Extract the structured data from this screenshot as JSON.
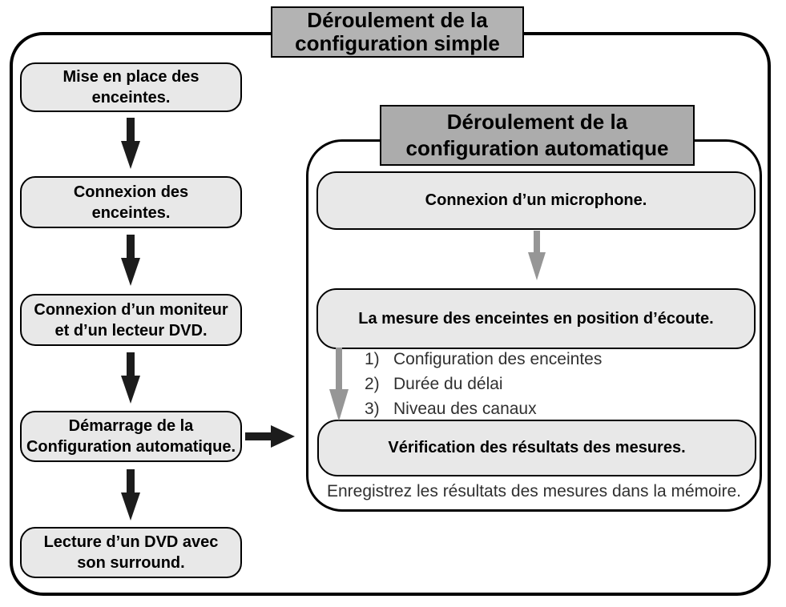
{
  "simple_flow": {
    "title": "Déroulement de la\nconfiguration simple",
    "steps": [
      {
        "label": "Mise en place des\nenceintes."
      },
      {
        "label": "Connexion des\nenceintes."
      },
      {
        "label": "Connexion d’un moniteur\net d’un lecteur DVD."
      },
      {
        "label": "Démarrage de la\nConfiguration automatique."
      },
      {
        "label": "Lecture d’un DVD avec\nson surround."
      }
    ]
  },
  "auto_flow": {
    "title": "Déroulement de la\nconfiguration automatique",
    "steps": [
      {
        "label": "Connexion d’un microphone."
      },
      {
        "label": "La mesure des enceintes en position d’écoute."
      },
      {
        "label": "Vérification des résultats des mesures."
      }
    ],
    "measurement_items": [
      {
        "num": "1)",
        "text": "Configuration des enceintes"
      },
      {
        "num": "2)",
        "text": "Durée du délai"
      },
      {
        "num": "3)",
        "text": "Niveau des canaux"
      }
    ],
    "footnote": "Enregistrez les résultats des mesures dans la mémoire."
  },
  "colors": {
    "title_top_bg": "#b3b3b3",
    "title_auto_bg": "#acacac",
    "step_box_bg": "#e8e8e8",
    "border": "#000000",
    "black_arrow": "#1c1c1c",
    "gray_arrow": "#969696",
    "text_secondary": "#303030"
  }
}
